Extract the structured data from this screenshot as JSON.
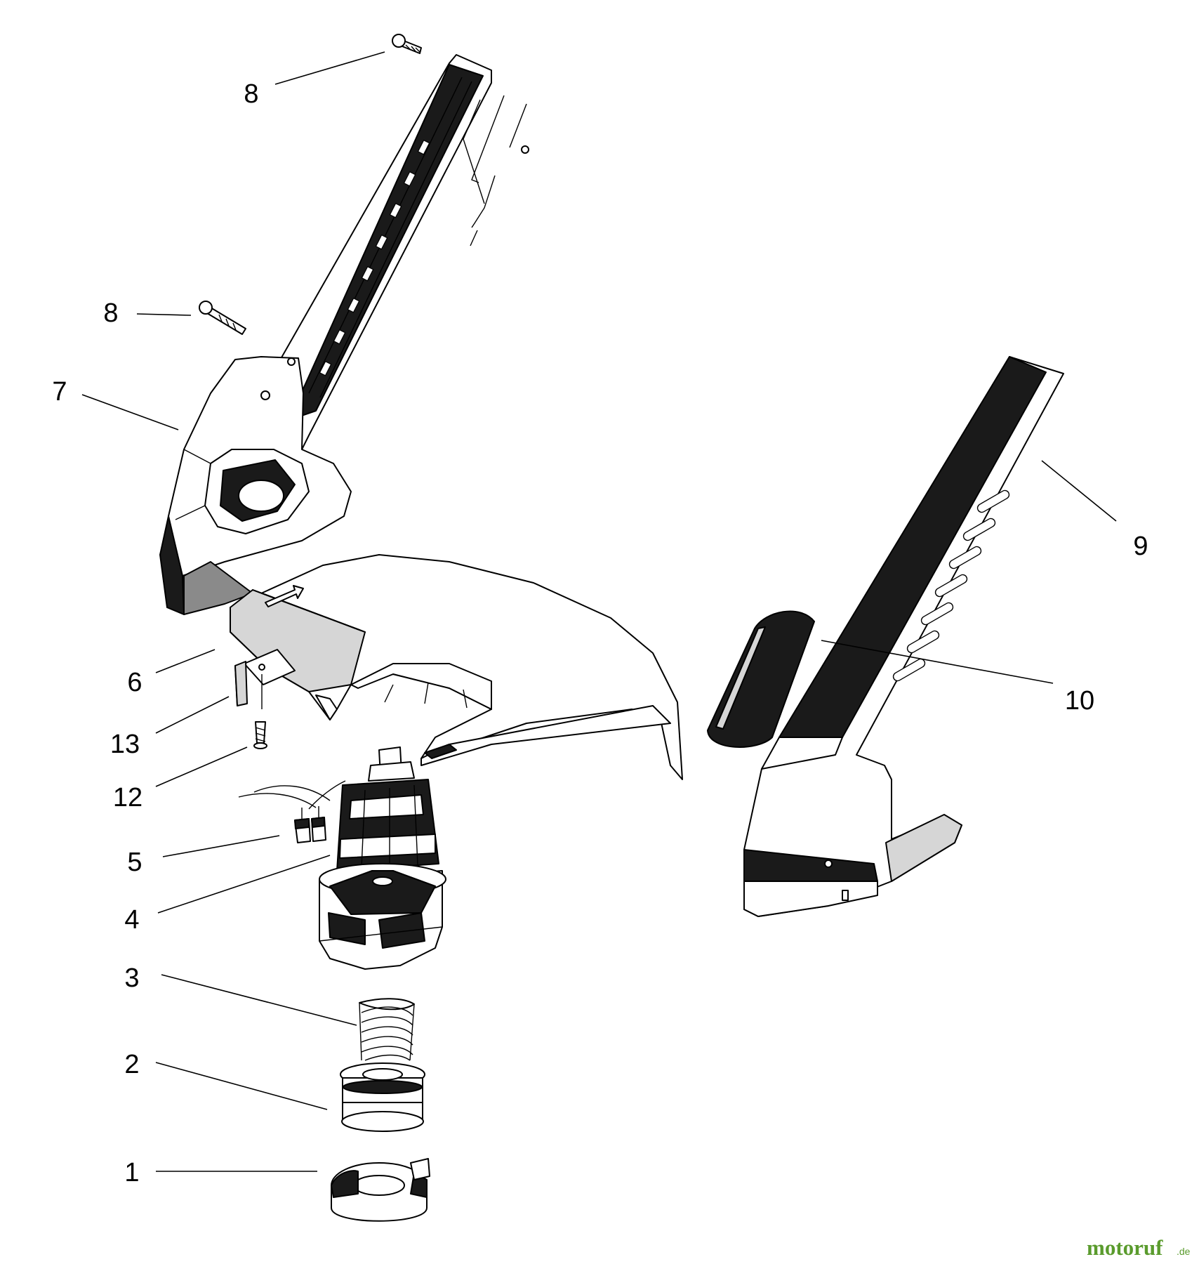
{
  "callouts": [
    {
      "id": "part-1",
      "label": "1"
    },
    {
      "id": "part-2",
      "label": "2"
    },
    {
      "id": "part-3",
      "label": "3"
    },
    {
      "id": "part-4",
      "label": "4"
    },
    {
      "id": "part-5",
      "label": "5"
    },
    {
      "id": "part-6",
      "label": "6"
    },
    {
      "id": "part-7",
      "label": "7"
    },
    {
      "id": "part-8-top",
      "label": "8"
    },
    {
      "id": "part-8-mid",
      "label": "8"
    },
    {
      "id": "part-9",
      "label": "9"
    },
    {
      "id": "part-10",
      "label": "10"
    },
    {
      "id": "part-12",
      "label": "12"
    },
    {
      "id": "part-13",
      "label": "13"
    }
  ],
  "watermark": {
    "brand": "motoruf",
    "tld": ".de"
  },
  "colors": {
    "ink": "#000000",
    "shade": "#1a1a1a",
    "watermark": "#5a9b2d"
  }
}
